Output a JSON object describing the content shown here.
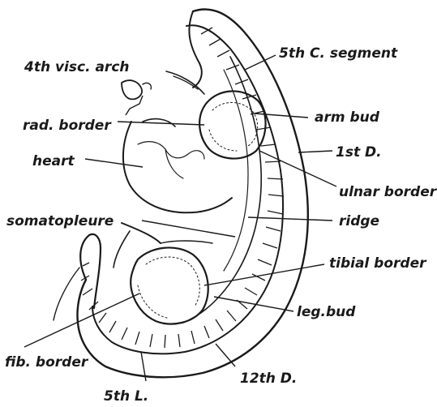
{
  "labels": {
    "visc_arch": "4th visc. arch",
    "c_segment": "5th C. segment",
    "rad_border": "rad. border",
    "arm_bud": "arm bud",
    "heart": "heart",
    "first_d": "1st D.",
    "ulnar_border": "ulnar border",
    "somatopleure": "somatopleure",
    "ridge": "ridge",
    "tibial_border": "tibial border",
    "leg_bud": "leg.bud",
    "fib_border": "fib. border",
    "twelfth_d": "12th D.",
    "fifth_l": "5th L."
  }
}
